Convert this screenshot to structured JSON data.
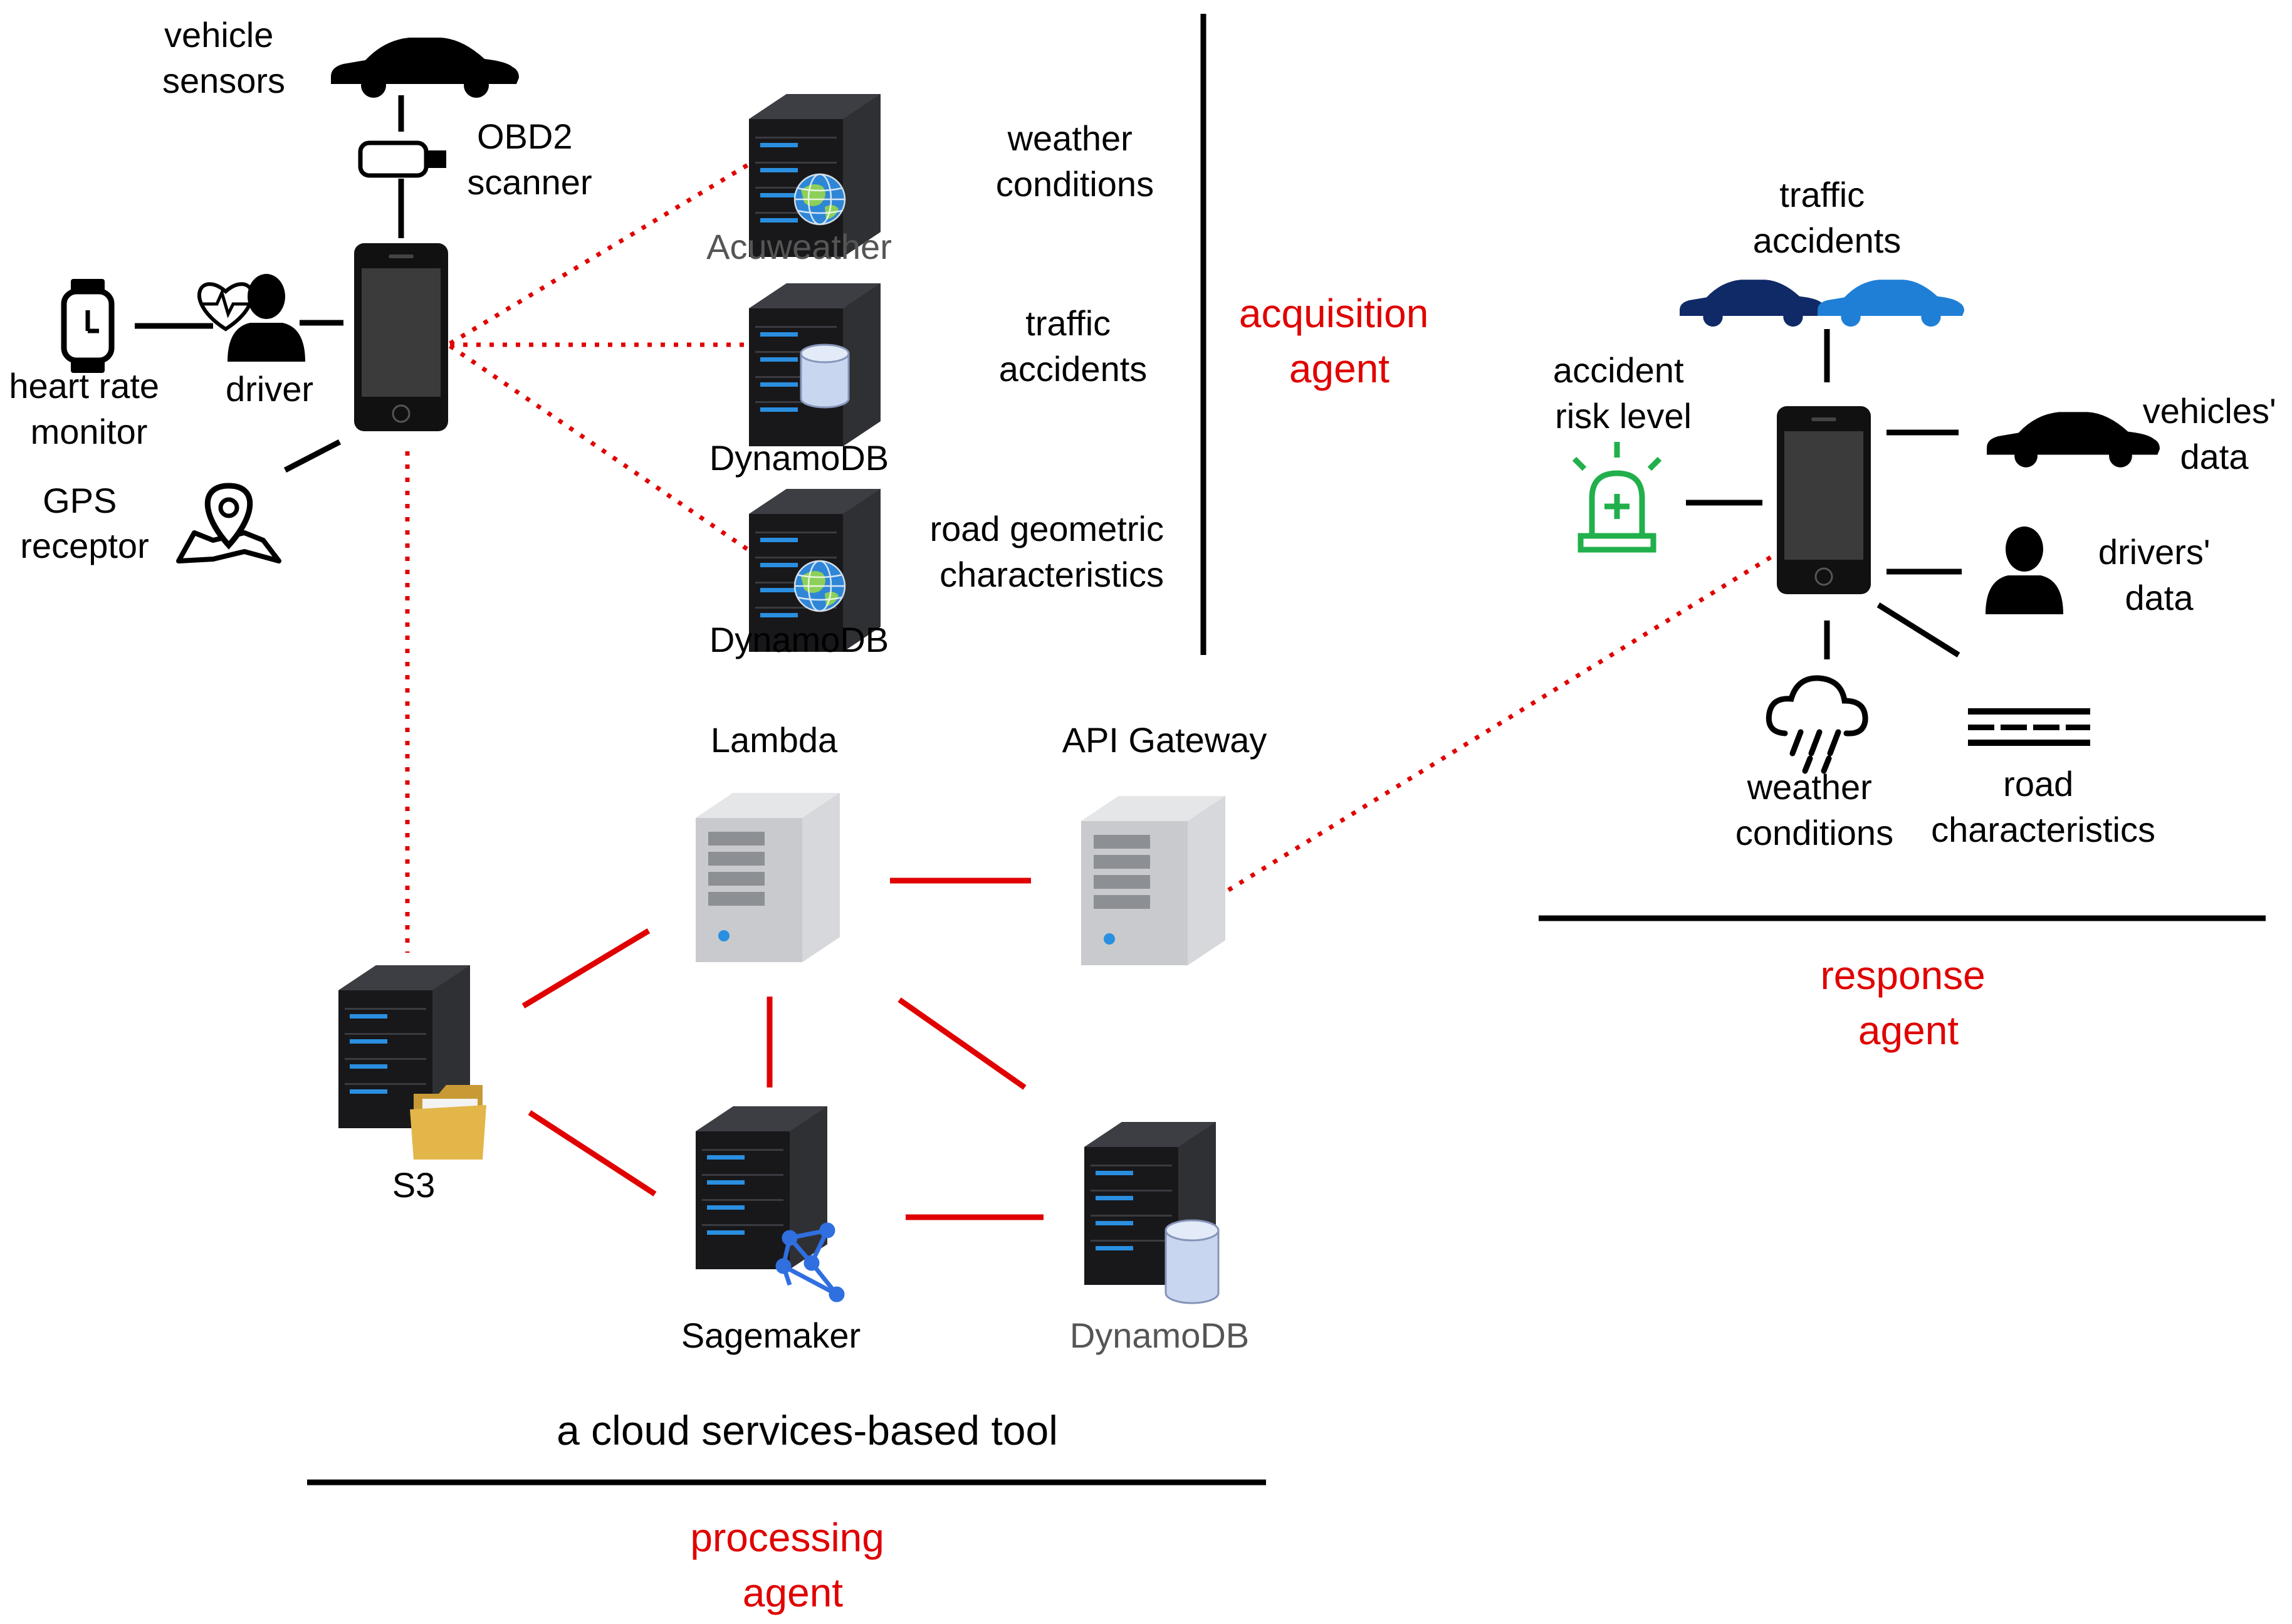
{
  "colors": {
    "link": "#e00000",
    "wire": "#000000",
    "server_dark": "#1f1f22",
    "server_light": "#c8cacd",
    "led": "#2a8fe0",
    "siren": "#21b04b",
    "car_dark": "#0f2a66",
    "car_blue": "#1f7fd6",
    "db": "#c9d6ef",
    "folder": "#e3b64a"
  },
  "icons": [
    "car-icon",
    "obd2-scanner-icon",
    "smartphone-icon",
    "watch-icon",
    "heart-pulse-icon",
    "person-icon",
    "map-pin-icon",
    "server-icon",
    "globe-icon",
    "database-icon",
    "folder-icon",
    "network-nodes-icon",
    "siren-icon",
    "rain-cloud-icon",
    "road-icon"
  ],
  "acquisition": {
    "vehicle_sensors": [
      "vehicle",
      "sensors"
    ],
    "obd2": [
      "OBD2",
      "scanner"
    ],
    "heart_rate": [
      "heart rate",
      "monitor"
    ],
    "driver": "driver",
    "gps": [
      "GPS",
      "receptor"
    ],
    "weather": [
      "weather",
      "conditions"
    ],
    "accidents": [
      "traffic",
      "accidents"
    ],
    "road": [
      "road geometric",
      "characteristics"
    ],
    "acuweather": "Acuweather",
    "dynamodb_1": "DynamoDB",
    "dynamodb_2": "DynamoDB",
    "agent": [
      "acquisition",
      "agent"
    ]
  },
  "processing": {
    "lambda": "Lambda",
    "api_gateway": "API Gateway",
    "s3": "S3",
    "sagemaker": "Sagemaker",
    "dynamodb": "DynamoDB",
    "tool": "a cloud services-based tool",
    "agent": [
      "processing",
      "agent"
    ]
  },
  "response": {
    "accidents": [
      "traffic",
      "accidents"
    ],
    "risk": [
      "accident",
      "risk level"
    ],
    "vehicles": [
      "vehicles'",
      "data"
    ],
    "drivers": [
      "drivers'",
      "data"
    ],
    "weather": [
      "weather",
      "conditions"
    ],
    "road": [
      "road",
      "characteristics"
    ],
    "agent": [
      "response",
      "agent"
    ]
  }
}
